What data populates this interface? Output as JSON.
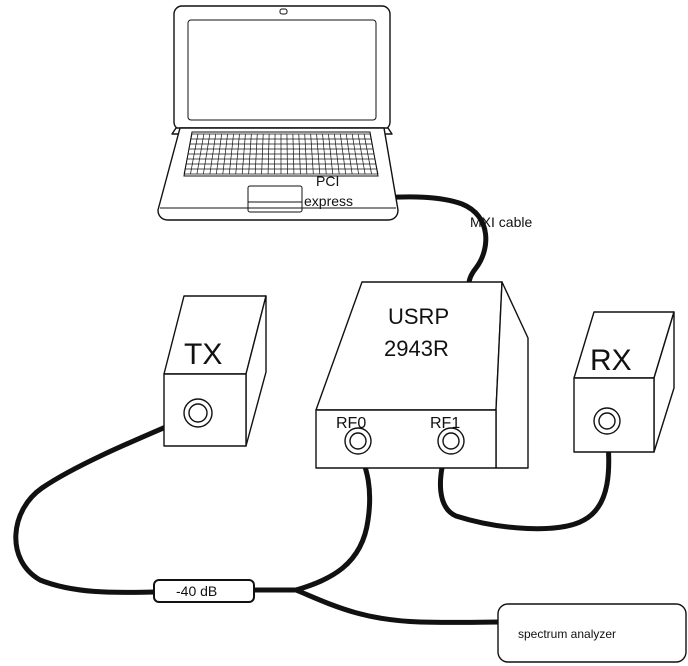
{
  "laptop": {
    "port_label_line1": "PCI",
    "port_label_line2": "express"
  },
  "mxi_cable": {
    "label": "MXI cable"
  },
  "usrp": {
    "name_line1": "USRP",
    "name_line2": "2943R",
    "port_rf0": "RF0",
    "port_rf1": "RF1"
  },
  "tx": {
    "label": "TX"
  },
  "rx": {
    "label": "RX"
  },
  "attenuator": {
    "label": "-40 dB"
  },
  "spectrum_analyzer": {
    "label": "spectrum analyzer"
  }
}
